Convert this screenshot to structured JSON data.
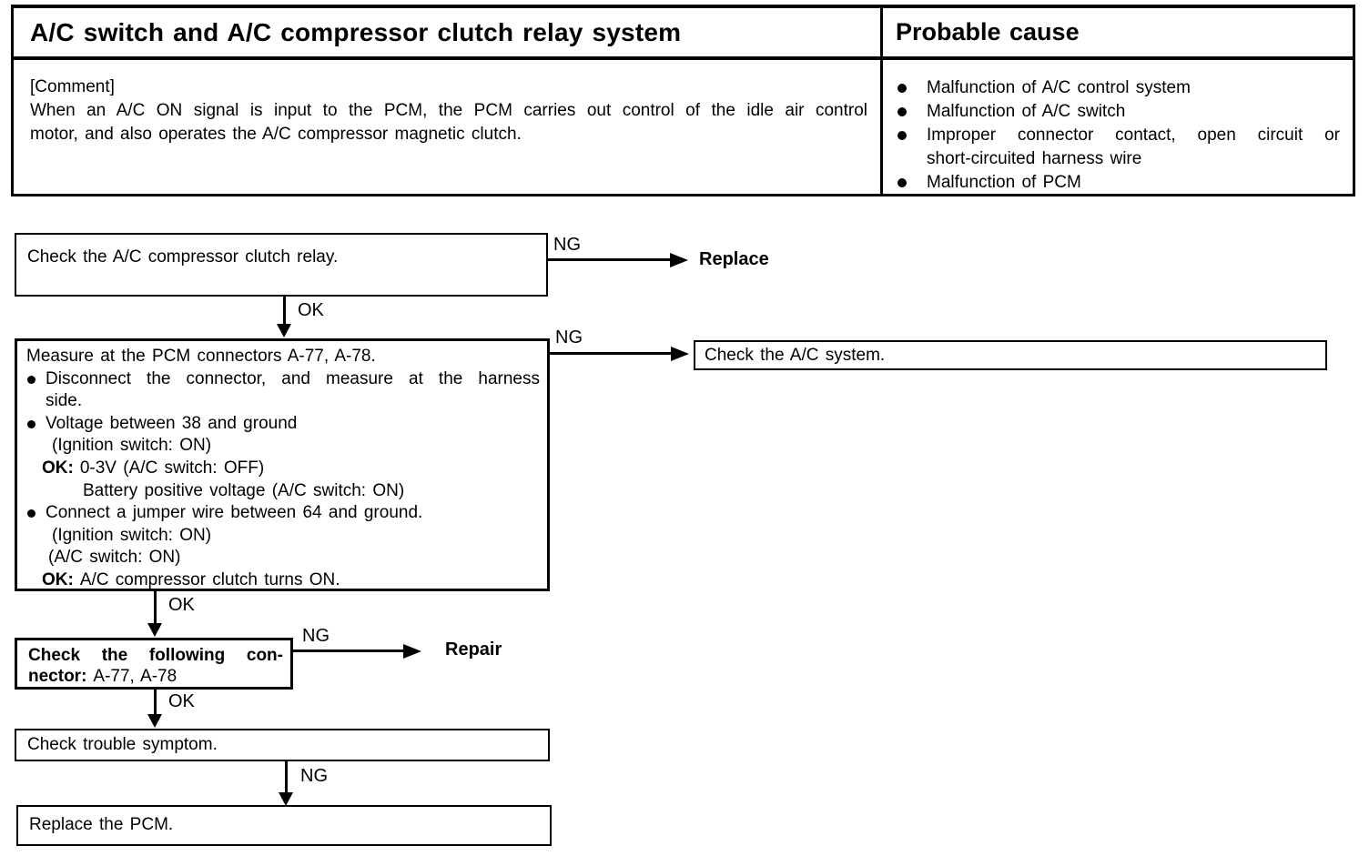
{
  "table": {
    "title": "A/C switch and A/C compressor clutch relay system",
    "probable_cause_title": "Probable cause",
    "comment_tag": "[Comment]",
    "comment_line1": "When an A/C ON signal is input to the PCM, the PCM carries out control of the idle air control",
    "comment_line2": "motor, and also operates the A/C compressor magnetic clutch.",
    "causes": [
      {
        "text": "Malfunction of A/C control system"
      },
      {
        "text": "Malfunction of A/C switch"
      },
      {
        "text": "Improper connector contact, open circuit or",
        "text2": "short-circuited harness wire"
      },
      {
        "text": "Malfunction of PCM"
      }
    ]
  },
  "flow": {
    "step1": {
      "text": "Check the A/C compressor clutch relay.",
      "ng_label": "NG",
      "ng_action": "Replace",
      "ok_label": "OK"
    },
    "step2": {
      "title": "Measure at the PCM connectors A-77, A-78.",
      "bullet1_line1": "Disconnect the connector, and measure at the harness",
      "bullet1_line2": "side.",
      "bullet2_text": "Voltage between 38 and ground",
      "bullet2_cond1": "(Ignition switch: ON)",
      "bullet2_ok_label": "OK:",
      "bullet2_ok_value": "0-3V (A/C switch: OFF)",
      "bullet2_ok_value2": "Battery positive voltage (A/C switch: ON)",
      "bullet3_text": "Connect a jumper wire between 64 and ground.",
      "bullet3_cond1": "(Ignition switch: ON)",
      "bullet3_cond2": "(A/C switch: ON)",
      "bullet3_ok_label": "OK:",
      "bullet3_ok_value": "A/C compressor clutch turns ON.",
      "ng_label": "NG",
      "ng_action": "Check the A/C system.",
      "ok_label": "OK"
    },
    "step3": {
      "line1": "Check the following con-",
      "line2_bold": "nector:",
      "line2_rest": "A-77, A-78",
      "ng_label": "NG",
      "ng_action": "Repair",
      "ok_label": "OK"
    },
    "step4": {
      "text": "Check trouble symptom.",
      "ng_label": "NG"
    },
    "step5": {
      "text": "Replace the PCM."
    }
  }
}
